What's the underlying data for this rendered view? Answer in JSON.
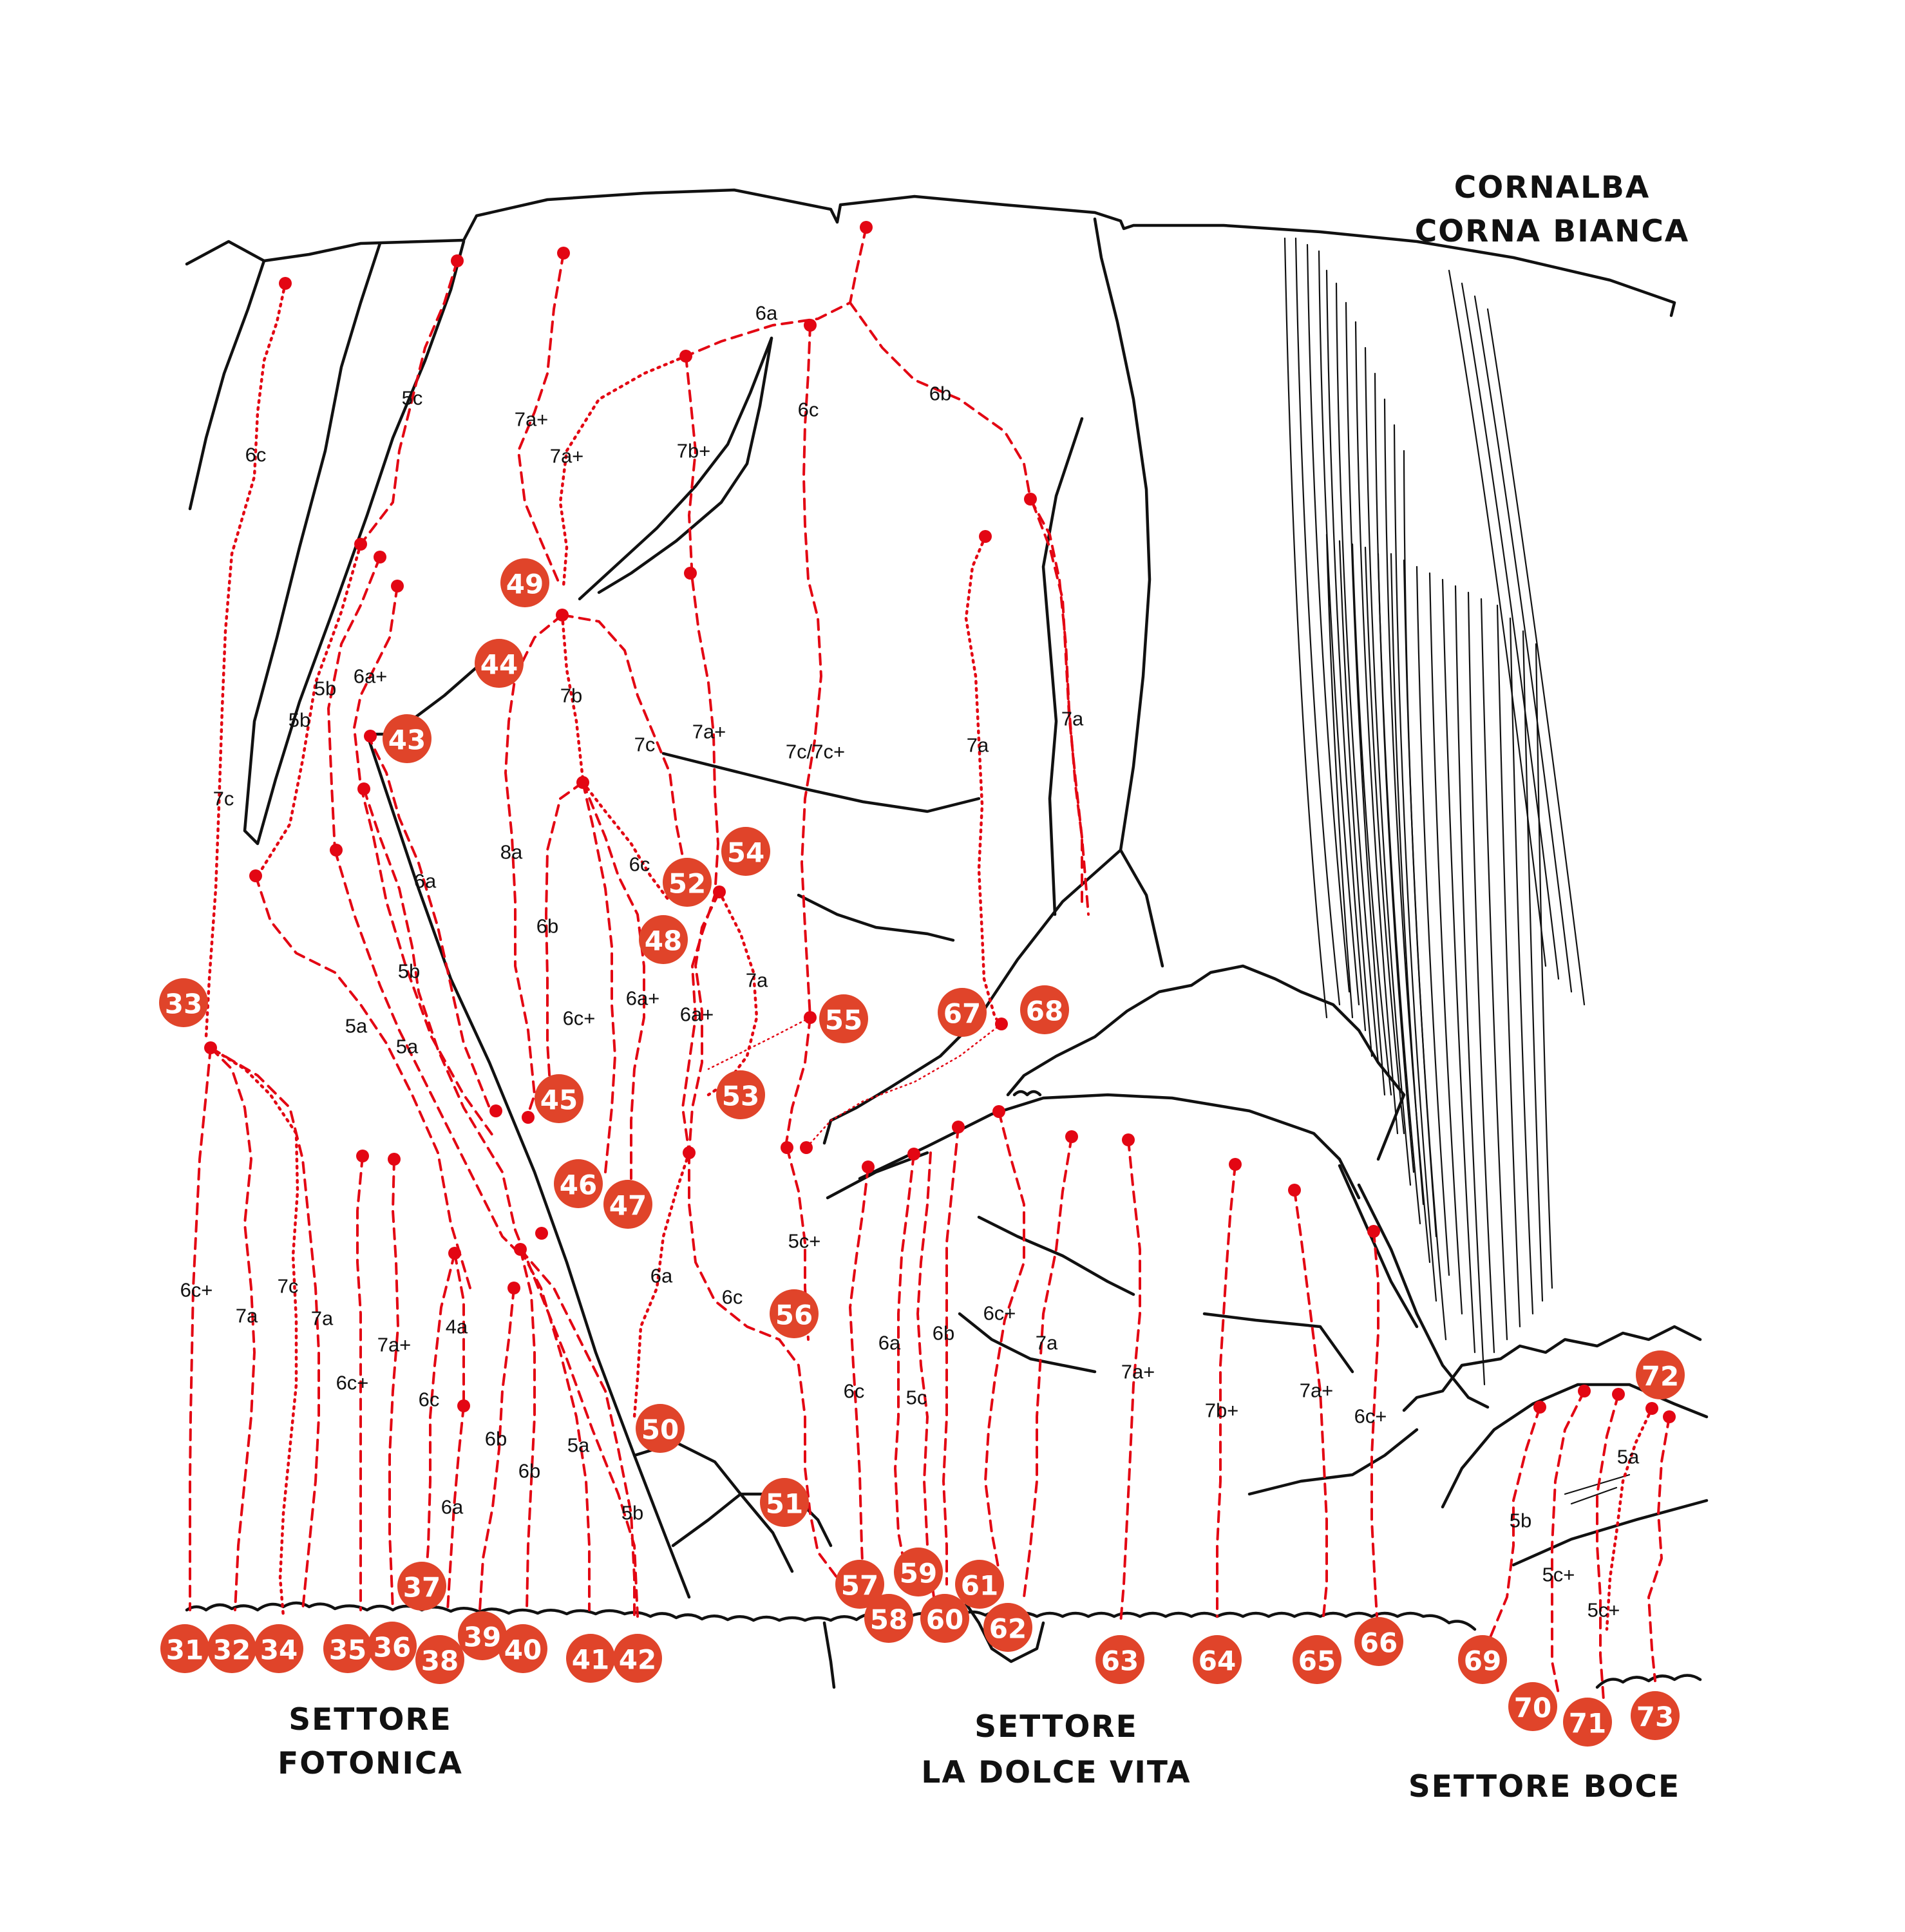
{
  "title": {
    "line1": "CORNALBA",
    "line2": "CORNA BIANCA"
  },
  "sectors": [
    {
      "id": "fotonica",
      "line1": "SETTORE",
      "line2": "FOTONICA"
    },
    {
      "id": "dolcevita",
      "line1": "SETTORE",
      "line2": "LA DOLCE VITA"
    },
    {
      "id": "boce",
      "line1": "SETTORE BOCE",
      "line2": ""
    }
  ],
  "route_numbers": [
    "31",
    "32",
    "33",
    "34",
    "35",
    "36",
    "37",
    "38",
    "39",
    "40",
    "41",
    "42",
    "43",
    "44",
    "45",
    "46",
    "47",
    "48",
    "49",
    "50",
    "51",
    "52",
    "53",
    "54",
    "55",
    "56",
    "57",
    "58",
    "59",
    "60",
    "61",
    "62",
    "63",
    "64",
    "65",
    "66",
    "67",
    "68",
    "69",
    "70",
    "71",
    "72",
    "73"
  ],
  "grades": [
    "6c",
    "5c",
    "7a+",
    "7a+",
    "6a",
    "6b",
    "6c",
    "7b+",
    "5b",
    "5b",
    "6a+",
    "7b",
    "7c",
    "7a+",
    "7c/7c+",
    "7a",
    "7a",
    "7c",
    "8a",
    "6a",
    "6b",
    "6c",
    "6a+",
    "6a+",
    "7a",
    "5b",
    "5a",
    "5a",
    "6c+",
    "6c+",
    "7a",
    "7c",
    "7a",
    "6c+",
    "7a+",
    "6c",
    "4a",
    "6a",
    "6b",
    "6b",
    "5a",
    "5b",
    "6a",
    "6c",
    "6a",
    "6b",
    "5c",
    "6c",
    "6c+",
    "7a",
    "7a+",
    "7b+",
    "7a+",
    "6c+",
    "5c+",
    "5a",
    "5b",
    "5c+",
    "5c+"
  ]
}
